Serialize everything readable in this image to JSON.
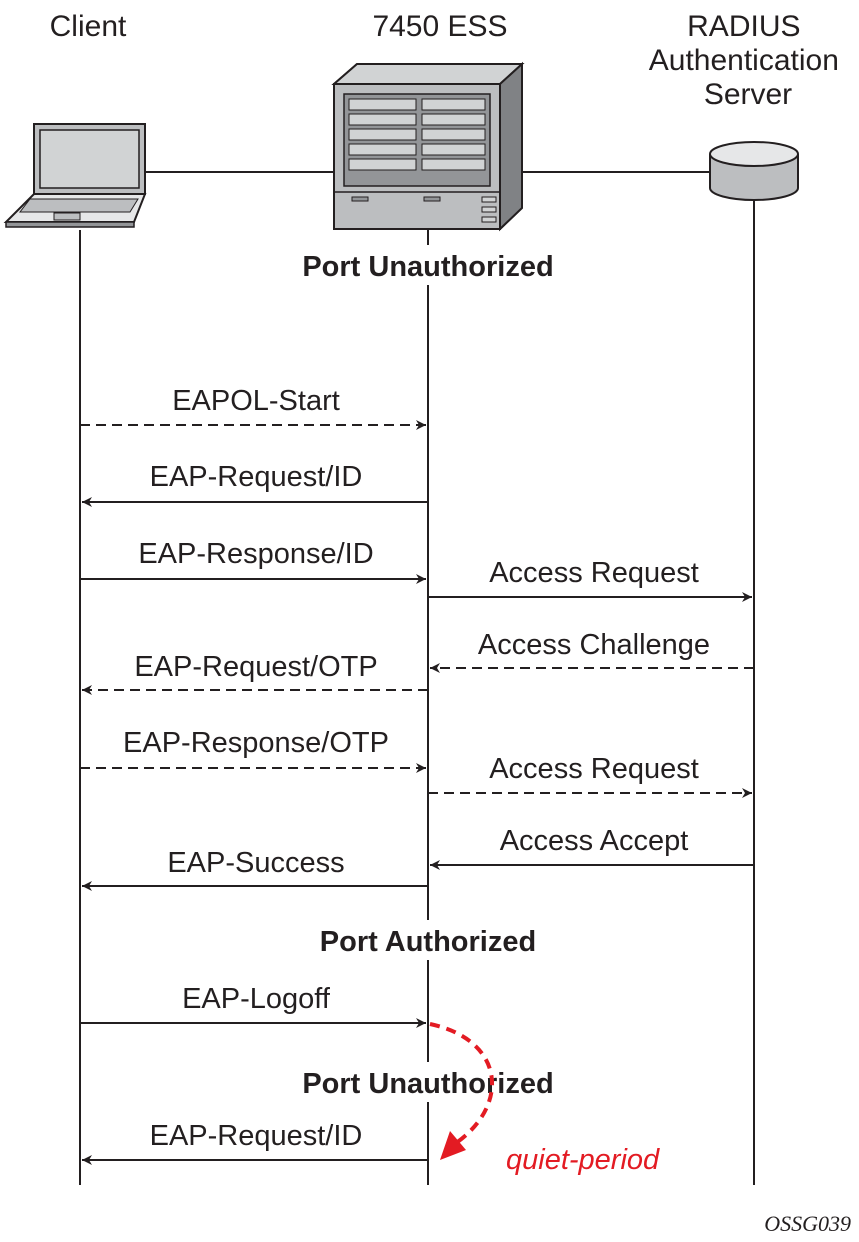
{
  "participants": [
    {
      "id": "client",
      "label_lines": [
        "Client"
      ]
    },
    {
      "id": "ess",
      "label_lines": [
        "7450 ESS"
      ]
    },
    {
      "id": "radius",
      "label_lines": [
        "RADIUS",
        "Authentication",
        "Server"
      ]
    }
  ],
  "messages": [
    {
      "id": "eapol-start",
      "text": "EAPOL-Start",
      "from": "client",
      "to": "ess",
      "style": "dashed"
    },
    {
      "id": "eap-request-id-1",
      "text": "EAP-Request/ID",
      "from": "ess",
      "to": "client",
      "style": "solid"
    },
    {
      "id": "eap-response-id",
      "text": "EAP-Response/ID",
      "from": "client",
      "to": "ess",
      "style": "solid"
    },
    {
      "id": "access-request-1",
      "text": "Access Request",
      "from": "ess",
      "to": "radius",
      "style": "solid"
    },
    {
      "id": "access-challenge",
      "text": "Access Challenge",
      "from": "radius",
      "to": "ess",
      "style": "dashed"
    },
    {
      "id": "eap-request-otp",
      "text": "EAP-Request/OTP",
      "from": "ess",
      "to": "client",
      "style": "dashed"
    },
    {
      "id": "eap-response-otp",
      "text": "EAP-Response/OTP",
      "from": "client",
      "to": "ess",
      "style": "dashed"
    },
    {
      "id": "access-request-2",
      "text": "Access Request",
      "from": "ess",
      "to": "radius",
      "style": "dashed"
    },
    {
      "id": "access-accept",
      "text": "Access Accept",
      "from": "radius",
      "to": "ess",
      "style": "solid"
    },
    {
      "id": "eap-success",
      "text": "EAP-Success",
      "from": "ess",
      "to": "client",
      "style": "solid"
    },
    {
      "id": "eap-logoff",
      "text": "EAP-Logoff",
      "from": "client",
      "to": "ess",
      "style": "solid"
    },
    {
      "id": "eap-request-id-2",
      "text": "EAP-Request/ID",
      "from": "ess",
      "to": "client",
      "style": "solid"
    }
  ],
  "states": [
    {
      "id": "port-unauthorized-1",
      "text": "Port Unauthorized"
    },
    {
      "id": "port-authorized",
      "text": "Port Authorized"
    },
    {
      "id": "port-unauthorized-2",
      "text": "Port Unauthorized"
    }
  ],
  "quiet_period": {
    "text": "quiet-period",
    "color": "#e31b23"
  },
  "figure_id": "OSSG039",
  "colors": {
    "line": "#231f20",
    "accent": "#e31b23"
  }
}
